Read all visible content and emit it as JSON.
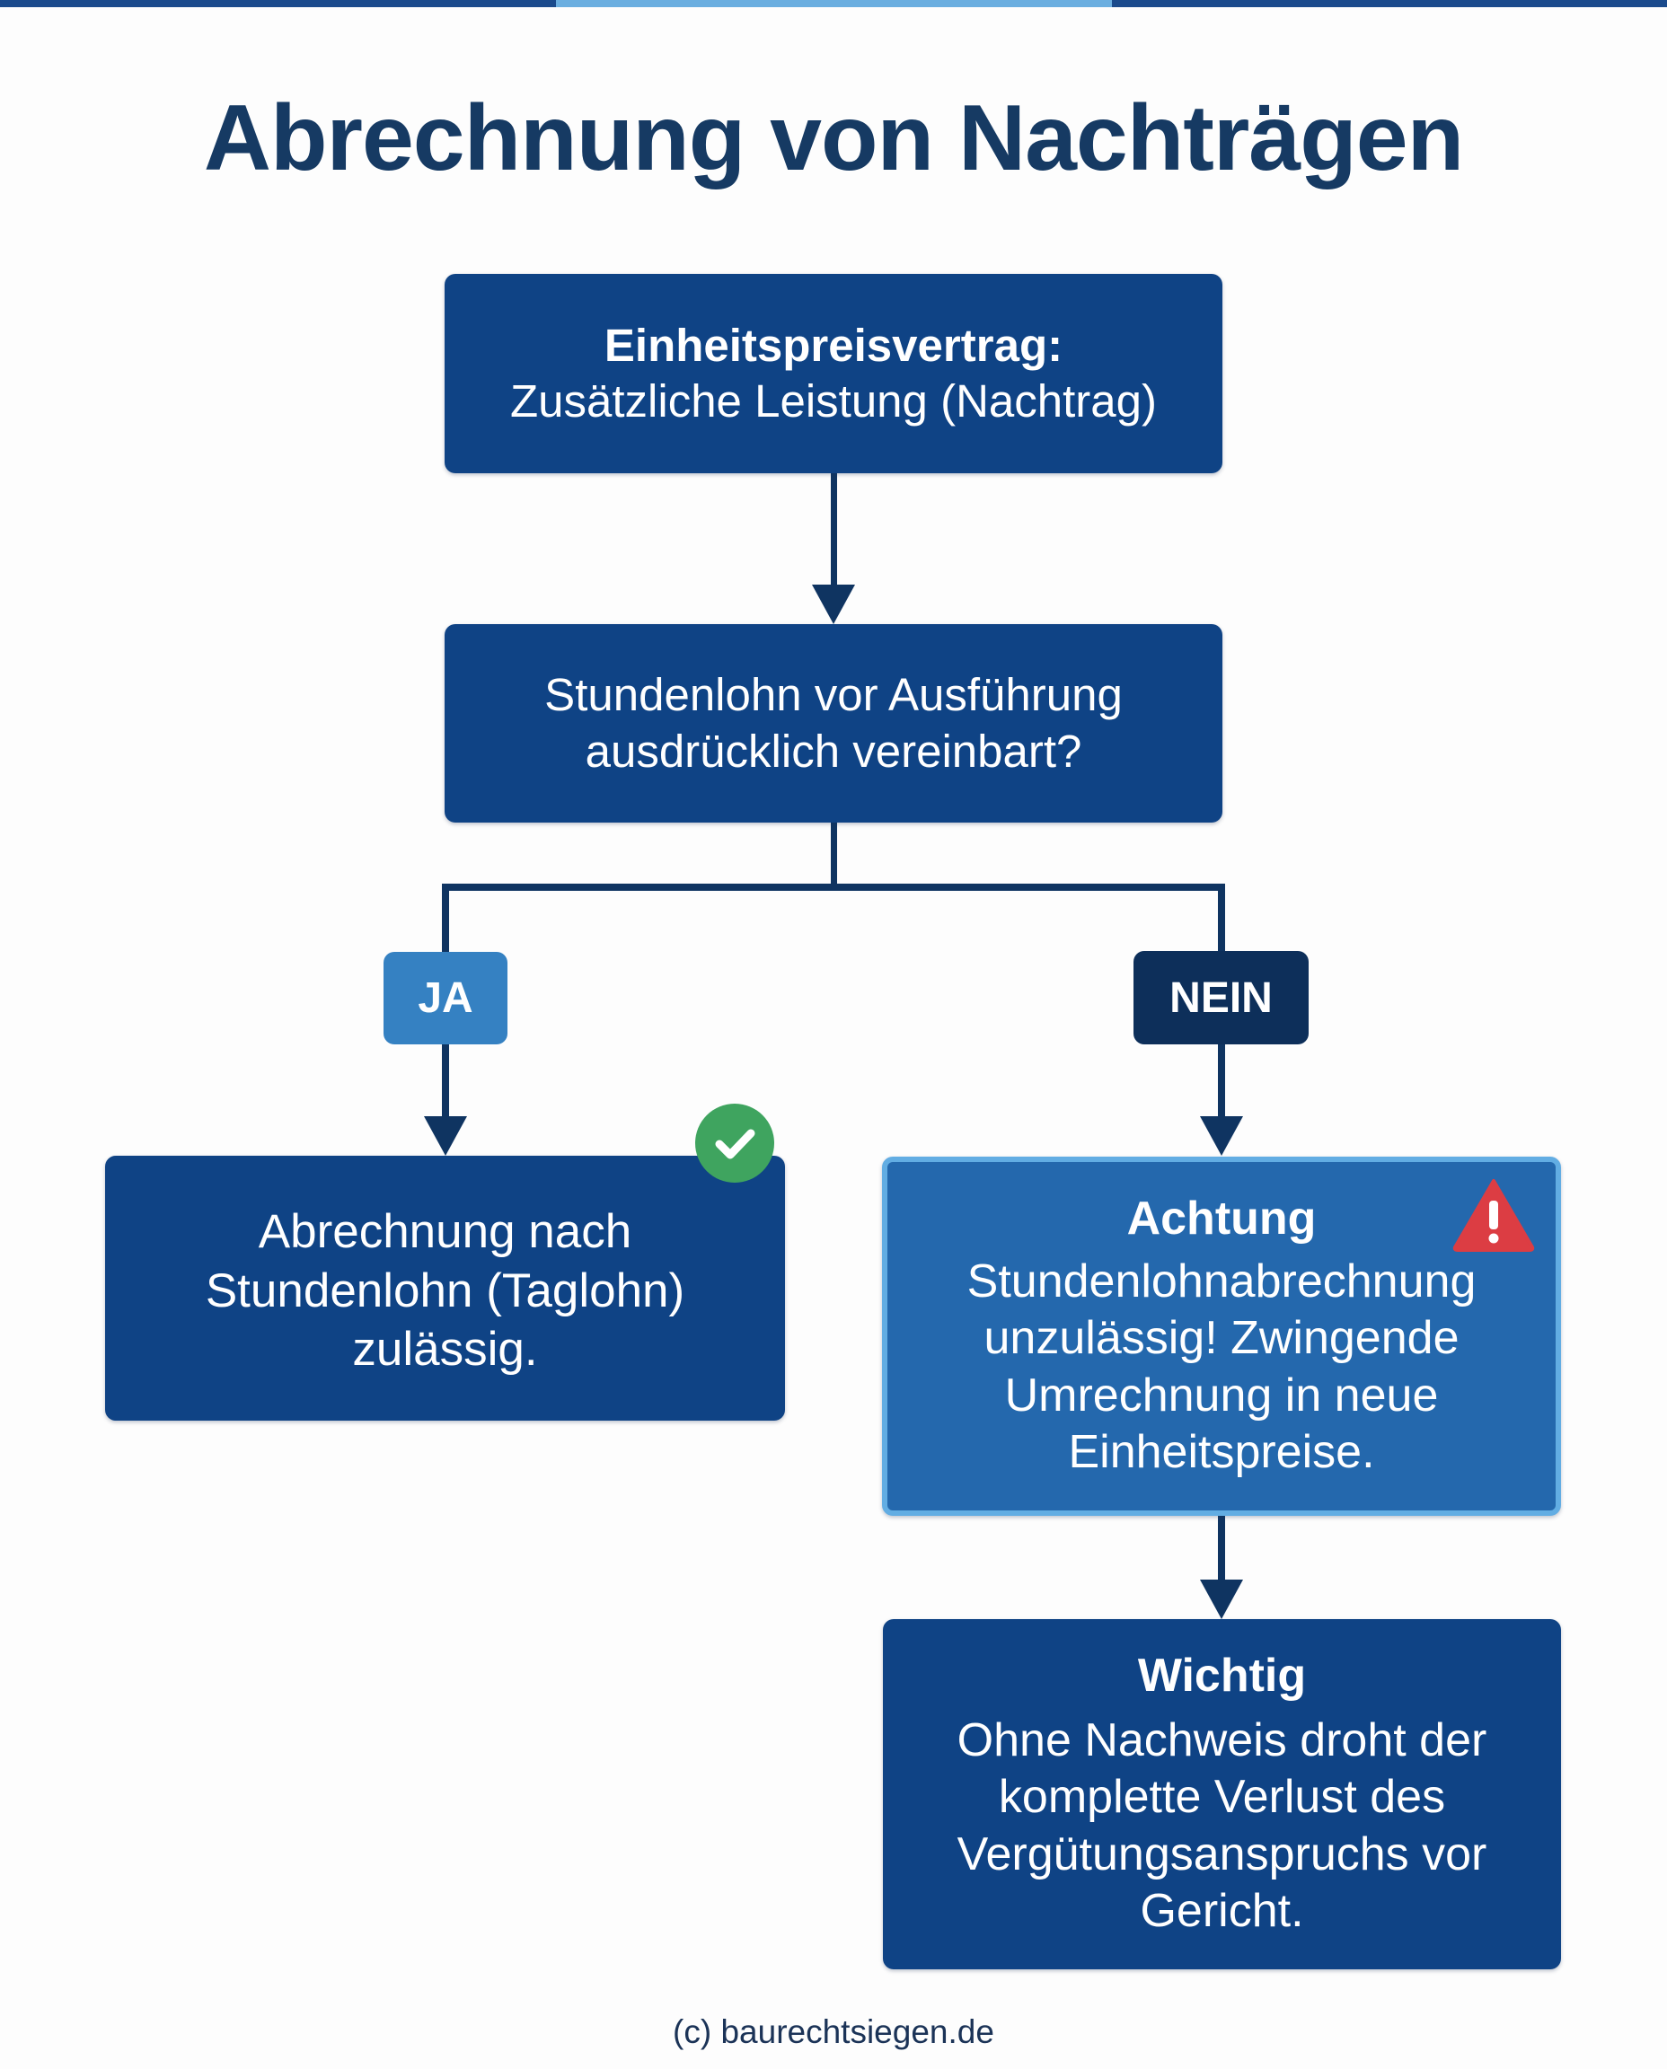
{
  "title": "Abrechnung von Nachträgen",
  "colors": {
    "primary_box": "#0f4385",
    "warning_box": "#2468ad",
    "warning_border": "#62ade3",
    "yes_badge": "#3581c2",
    "no_badge": "#0d2f5a",
    "connector": "#0f3461",
    "check": "#3fa45f",
    "alert": "#dc3d43"
  },
  "nodes": {
    "start": {
      "heading": "Einheitspreisvertrag:",
      "text": "Zusätzliche Leistung (Nachtrag)"
    },
    "decision": {
      "line1": "Stundenlohn vor Ausführung",
      "line2": "ausdrücklich vereinbart?"
    },
    "yes_branch": {
      "label": "JA",
      "result_line1": "Abrechnung nach",
      "result_line2": "Stundenlohn (Taglohn)",
      "result_line3": "zulässig.",
      "icon": "check-circle-icon"
    },
    "no_branch": {
      "label": "NEIN",
      "warning_heading": "Achtung",
      "warning_line1": "Stundenlohnabrechnung",
      "warning_line2": "unzulässig! Zwingende",
      "warning_line3": "Umrechnung in neue",
      "warning_line4": "Einheitspreise.",
      "icon": "warning-triangle-icon"
    },
    "important": {
      "heading": "Wichtig",
      "line1": "Ohne Nachweis droht der",
      "line2": "komplette Verlust des",
      "line3": "Vergütungsanspruchs vor",
      "line4": "Gericht."
    }
  },
  "footer": "(c) baurechtsiegen.de"
}
